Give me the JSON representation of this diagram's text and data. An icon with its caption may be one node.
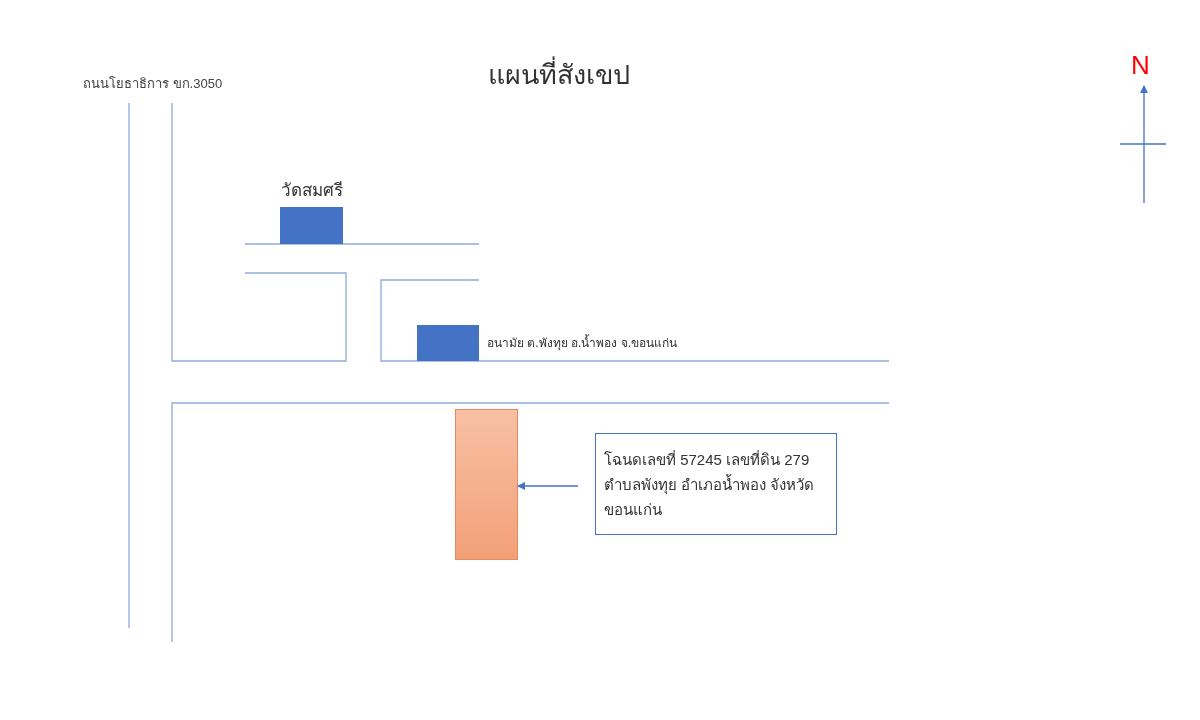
{
  "diagram": {
    "title": "แผนที่สังเขป",
    "nodes": [
      {
        "text": [
          "วัดสมศรี"
        ]
      },
      {
        "text": [],
        "shape": "box",
        "beside": [
          "อนามัย ต.พังทุย อ.น้ำพอง จ.ขอนแก่น"
        ]
      },
      {
        "text": [],
        "shape": "box"
      },
      {
        "text": [
          "โฉนดเลขที่ 57245 เลขที่ดิน 279 ตำบลพังทุย อำเภอน้ำพอง จังหวัดขอนแก่น"
        ]
      }
    ],
    "edges": [
      {
        "from": 3,
        "to": 2,
        "arrow": "to"
      }
    ],
    "labels": [
      "ถนนโยธาธิการ ขก.3050",
      "N"
    ]
  }
}
